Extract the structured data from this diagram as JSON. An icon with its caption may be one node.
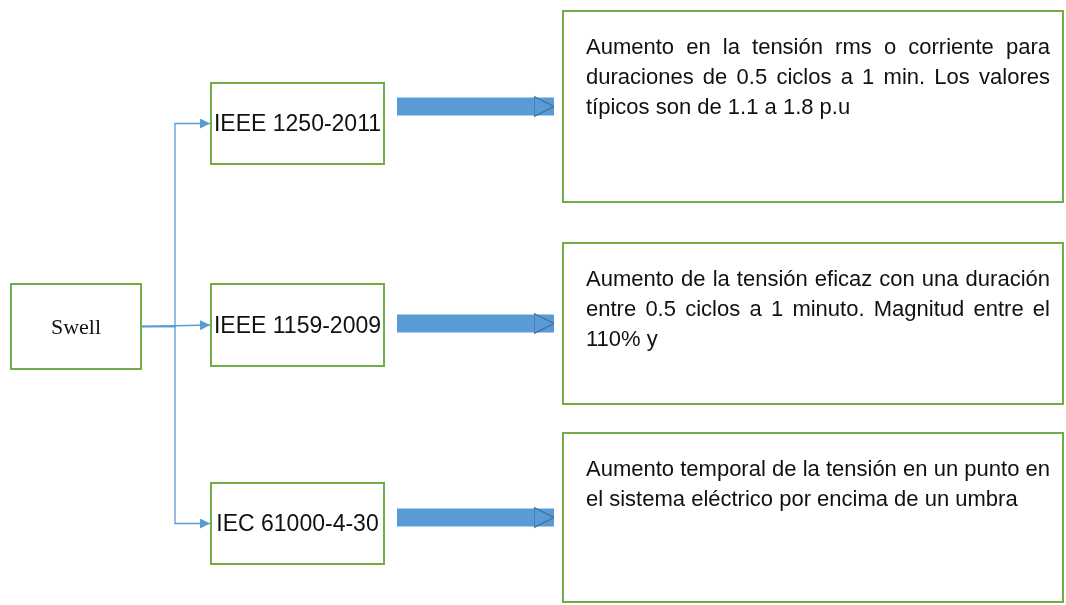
{
  "diagram": {
    "nodes": [
      {
        "text": [
          "Swell"
        ]
      },
      {
        "text": [
          "IEEE 1250-2011"
        ]
      },
      {
        "text": [
          "IEEE 1159-2009"
        ]
      },
      {
        "text": [
          "IEC 61000-4-30"
        ]
      },
      {
        "text": [
          "Aumento en la tensión rms o corriente para duraciones de 0.5 ciclos a 1 min. Los valores típicos son de 1.1 a 1.8 p.u"
        ]
      },
      {
        "text": [
          "Aumento de la tensión eficaz con una duración entre 0.5 ciclos a 1 minuto. Magnitud entre el 110% y"
        ]
      },
      {
        "text": [
          "Aumento temporal de la tensión en un punto en el sistema eléctrico por encima de un umbra"
        ]
      }
    ],
    "edges": [
      {
        "from": 0,
        "to": 1,
        "arrow": "to"
      },
      {
        "from": 0,
        "to": 2,
        "arrow": "to"
      },
      {
        "from": 0,
        "to": 3,
        "arrow": "to"
      },
      {
        "from": 1,
        "to": 4,
        "arrow": "to",
        "style": "thick"
      },
      {
        "from": 2,
        "to": 5,
        "arrow": "to",
        "style": "thick"
      },
      {
        "from": 3,
        "to": 6,
        "arrow": "to",
        "style": "thick"
      }
    ]
  }
}
